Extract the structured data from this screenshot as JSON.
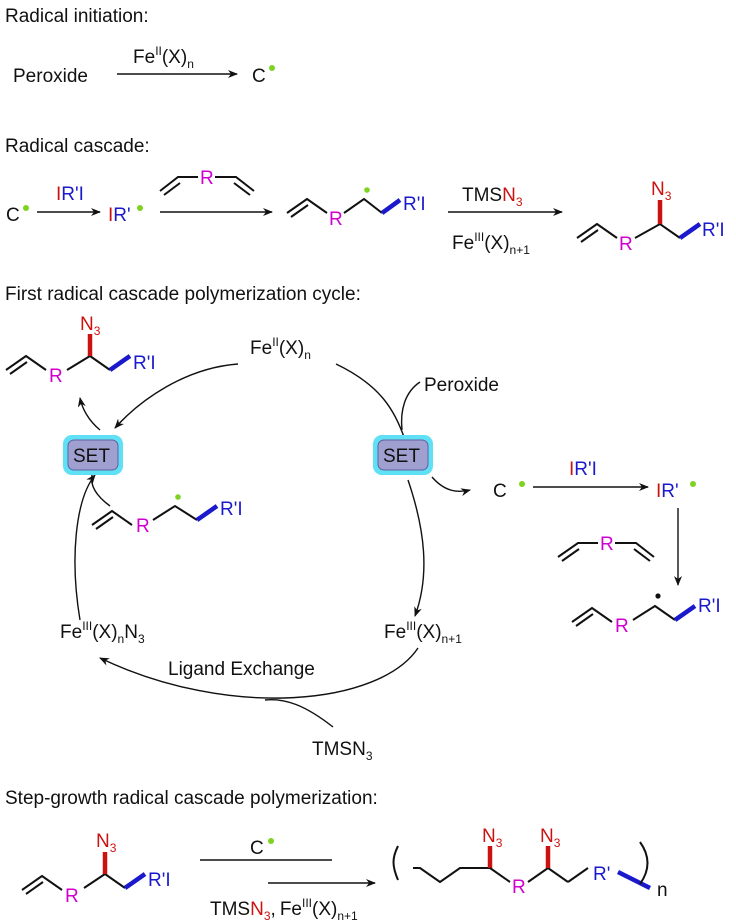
{
  "sections": {
    "initiation": "Radical initiation:",
    "cascade": "Radical cascade:",
    "cycle": "First radical cascade polymerization cycle:",
    "step_growth": "Step-growth radical cascade polymerization:"
  },
  "species": {
    "peroxide": "Peroxide",
    "c_radical": "C",
    "iri": "IR'I",
    "iri_first_i": "I",
    "iri_rest": "R'I",
    "ir_prime": "IR'",
    "ir_prime_i": "I",
    "ir_prime_r": "R'",
    "r": "R",
    "r_prime_i": "R'I",
    "r_prime": "R'",
    "n3": "N",
    "n3_sub": "3",
    "n_subscript": "n",
    "tms": "TMS",
    "tms_n": "N",
    "tms_sub": "3",
    "fe": "Fe",
    "fe_ii": "II",
    "fe_iii": "III",
    "x_paren": "(X)",
    "n_plus_1": "n+1",
    "set": "SET",
    "ligand_exchange": "Ligand Exchange",
    "comma": ","
  },
  "colors": {
    "radical_dot": "#7ed321",
    "r_group": "#d000d0",
    "r_prime_group": "#1a1acc",
    "azide": "#cc1111",
    "set_box_fill": "#a0a0d0",
    "set_box_glow": "#5fe0f5"
  }
}
